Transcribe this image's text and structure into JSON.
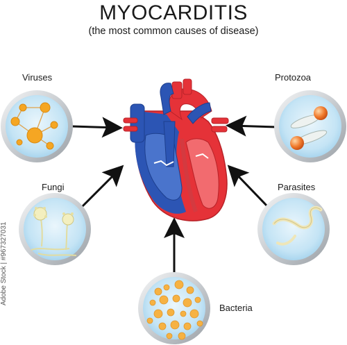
{
  "header": {
    "title": "MYOCARDITIS",
    "subtitle": "(the most common causes of disease)"
  },
  "causes": {
    "viruses": "Viruses",
    "protozoa": "Protozoa",
    "fungi": "Fungi",
    "parasites": "Parasites",
    "bacteria": "Bacteria"
  },
  "watermark": {
    "stock_id": "Adobe Stock | #967327031"
  },
  "colors": {
    "heart_red": "#e53238",
    "heart_blue": "#2c55b4",
    "lens_fill": "#c7e6f6",
    "lens_rim": "#cfd3d6",
    "arrow": "#111111",
    "virus": "#f5a623",
    "protozoa": "#f07a2c",
    "bacteria": "#f6b243"
  }
}
